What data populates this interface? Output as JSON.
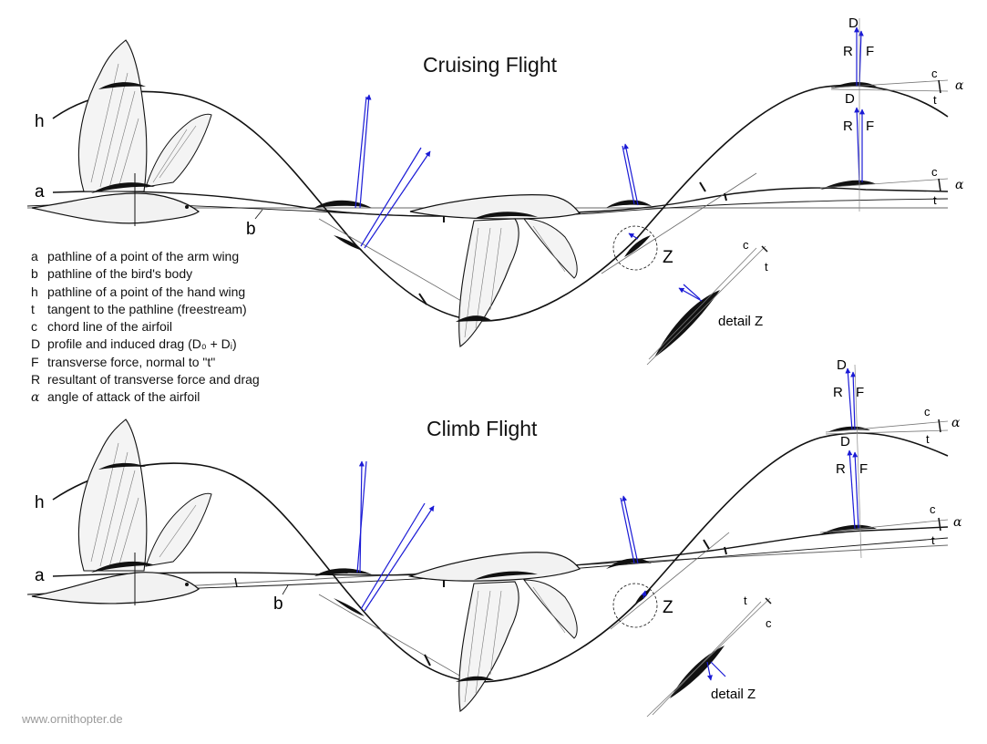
{
  "cruising": {
    "title": "Cruising Flight",
    "detail_label": "detail Z"
  },
  "climb": {
    "title": "Climb Flight",
    "detail_label": "detail Z"
  },
  "labels": {
    "a": "a",
    "b": "b",
    "h": "h",
    "z": "Z",
    "c": "c",
    "t": "t",
    "d": "D",
    "f": "F",
    "r": "R",
    "alpha": "α"
  },
  "legend": [
    {
      "key": "a",
      "text": "pathline of a point of the arm wing"
    },
    {
      "key": "b",
      "text": "pathline of the bird's body"
    },
    {
      "key": "h",
      "text": "pathline of a point of the hand wing"
    },
    {
      "key": "t",
      "text": "tangent to the pathline (freestream)"
    },
    {
      "key": "c",
      "text": "chord line of the airfoil"
    },
    {
      "key": "D",
      "text": "profile and induced drag (D₀ + Dᵢ)"
    },
    {
      "key": "F",
      "text": "transverse force, normal to \"t\""
    },
    {
      "key": "R",
      "text": "resultant of transverse force and drag"
    },
    {
      "key": "α",
      "text": "angle of attack of the airfoil"
    }
  ],
  "watermark": "www.ornithopter.de",
  "colors": {
    "ink": "#111111",
    "force_vector": "#1a1ad6",
    "watermark": "#9a9a9a"
  }
}
